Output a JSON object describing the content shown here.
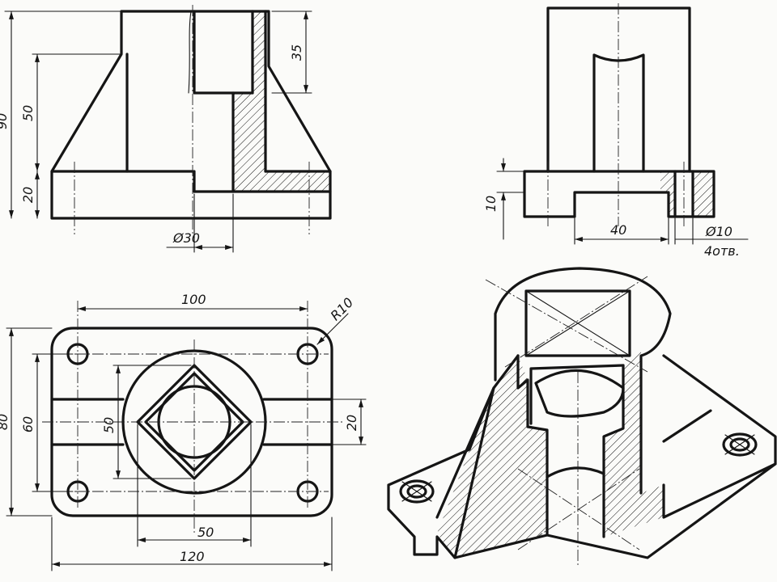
{
  "front_view": {
    "dims": {
      "total_height": "90",
      "upper": "50",
      "base": "20",
      "bore_depth": "35",
      "bore_diameter": "Ø30"
    }
  },
  "side_view": {
    "dims": {
      "flange": "10",
      "slot_width": "40",
      "hole": "Ø10",
      "hole_note": "4отв."
    }
  },
  "top_view": {
    "dims": {
      "hole_spacing_x": "100",
      "fillet": "R10",
      "overall_depth": "80",
      "hole_spacing_y": "60",
      "square": "50",
      "rib": "20",
      "square_bottom": "50",
      "overall_width": "120"
    }
  },
  "iso_view": {},
  "colors": {
    "ink": "#151515",
    "paper": "#fbfbf9"
  }
}
